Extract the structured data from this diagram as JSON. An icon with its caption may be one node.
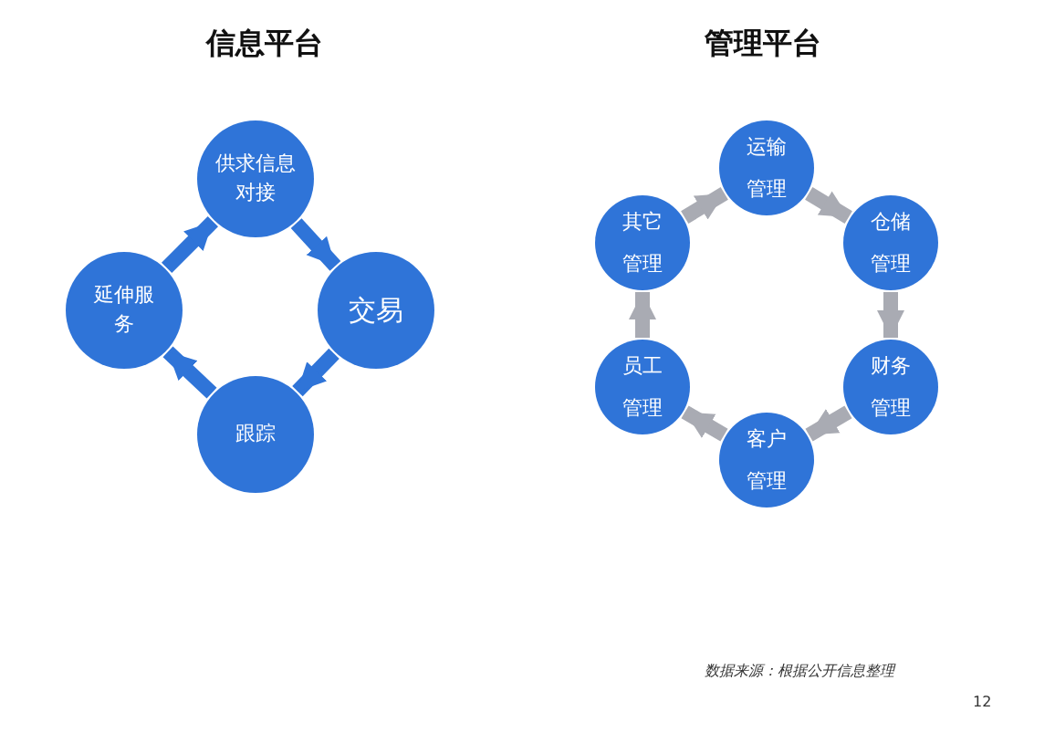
{
  "diagram": {
    "nodes": [
      {
        "text": [
          "供求信息对接"
        ]
      },
      {
        "text": [
          "延伸服务"
        ]
      },
      {
        "text": [
          "交易"
        ]
      },
      {
        "text": [
          "跟踪"
        ]
      },
      {
        "text": [
          "运输管理"
        ]
      },
      {
        "text": [
          "其它管理"
        ]
      },
      {
        "text": [
          "仓储管理"
        ]
      },
      {
        "text": [
          "员工管理"
        ]
      },
      {
        "text": [
          "财务管理"
        ]
      },
      {
        "text": [
          "客户管理"
        ]
      }
    ],
    "edges": [
      {
        "from": 0,
        "to": 2,
        "arrow": "to",
        "color": "#2f74d8"
      },
      {
        "from": 2,
        "to": 3,
        "arrow": "to",
        "color": "#2f74d8"
      },
      {
        "from": 3,
        "to": 1,
        "arrow": "to",
        "color": "#2f74d8"
      },
      {
        "from": 1,
        "to": 0,
        "arrow": "to",
        "color": "#2f74d8"
      },
      {
        "from": 4,
        "to": 6,
        "arrow": "to"
      },
      {
        "from": 6,
        "to": 8,
        "arrow": "to"
      },
      {
        "from": 8,
        "to": 9,
        "arrow": "to"
      },
      {
        "from": 9,
        "to": 7,
        "arrow": "to"
      },
      {
        "from": 7,
        "to": 5,
        "arrow": "to"
      },
      {
        "from": 5,
        "to": 4,
        "arrow": "to"
      }
    ],
    "labels": [
      "信息平台",
      "管理平台",
      "数据来源：根据公开信息整理",
      "12"
    ]
  }
}
